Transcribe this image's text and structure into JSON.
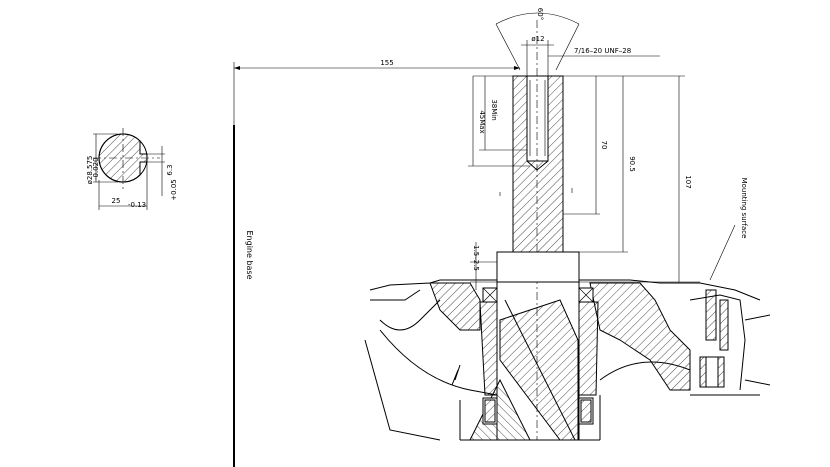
{
  "labels": {
    "angle": "60°",
    "bore_diameter": "ø12",
    "thread": "7/16–20 UNF–28",
    "overall_length": "155",
    "thread_depth_min": "38Min",
    "drill_depth_max": "45Max",
    "dim_70": "70",
    "dim_90_5": "90.5",
    "dim_107": "107",
    "gap": "1.5–2.5",
    "mounting_surface": "Mounting surface",
    "engine_base": "Engine base",
    "shaft_diameter": "ø28.575",
    "shaft_diameter_tol": "-0.020",
    "key_width": "6.3",
    "key_width_tol": "+0.05",
    "key_height": "25",
    "key_height_tol": "-0.13"
  }
}
